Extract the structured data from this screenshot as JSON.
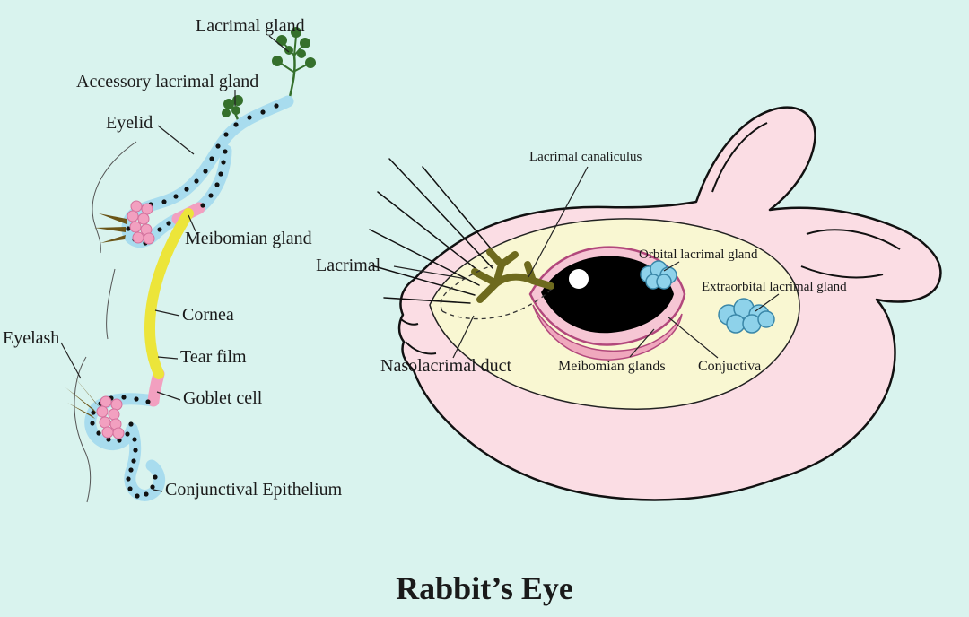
{
  "title": "Rabbit’s Eye",
  "colors": {
    "background": "#d9f3ee",
    "epithelium_blue": "#a8dcee",
    "cornea_yellow": "#ece53a",
    "cell_pink": "#f2a0c0",
    "cell_pink_dark": "#d4719c",
    "gland_green": "#35702c",
    "lash_brown": "#6b5517",
    "head_pink": "#fbdde4",
    "eye_patch_cream": "#f9f7d2",
    "duct_olive": "#6e6a1e",
    "gland_blue": "#8ed2ea",
    "gland_blue_dark": "#3a87a8",
    "eye_ring_pink": "#f6c6d4",
    "eye_ring_dark": "#b2487c",
    "conjunctiva_pink": "#f0a8bd",
    "outline_black": "#111111"
  },
  "left_diagram": {
    "name": "Eyelid cross-section",
    "labels": [
      {
        "id": "lacrimal-gland",
        "text": "Lacrimal gland"
      },
      {
        "id": "accessory-lacrimal-gland",
        "text": "Accessory lacrimal gland"
      },
      {
        "id": "eyelid",
        "text": "Eyelid"
      },
      {
        "id": "meibomian-gland",
        "text": "Meibomian gland"
      },
      {
        "id": "cornea",
        "text": "Cornea"
      },
      {
        "id": "eyelash",
        "text": "Eyelash"
      },
      {
        "id": "tear-film",
        "text": "Tear film"
      },
      {
        "id": "goblet-cell",
        "text": "Goblet cell"
      },
      {
        "id": "conjunctival-epithelium",
        "text": "Conjunctival Epithelium"
      }
    ]
  },
  "right_diagram": {
    "name": "Rabbit head lacrimal system",
    "labels": [
      {
        "id": "lacrimal-canaliculus",
        "text": "Lacrimal canaliculus"
      },
      {
        "id": "lacrimal",
        "text": "Lacrimal"
      },
      {
        "id": "orbital-lacrimal-gland",
        "text": "Orbital lacrimal gland"
      },
      {
        "id": "extraorbital-lacrimal-gland",
        "text": "Extraorbital lacrimal gland"
      },
      {
        "id": "nasolacrimal-duct",
        "text": "Nasolacrimal duct"
      },
      {
        "id": "meibomian-glands",
        "text": "Meibomian glands"
      },
      {
        "id": "conjuctiva",
        "text": "Conjuctiva"
      }
    ]
  }
}
